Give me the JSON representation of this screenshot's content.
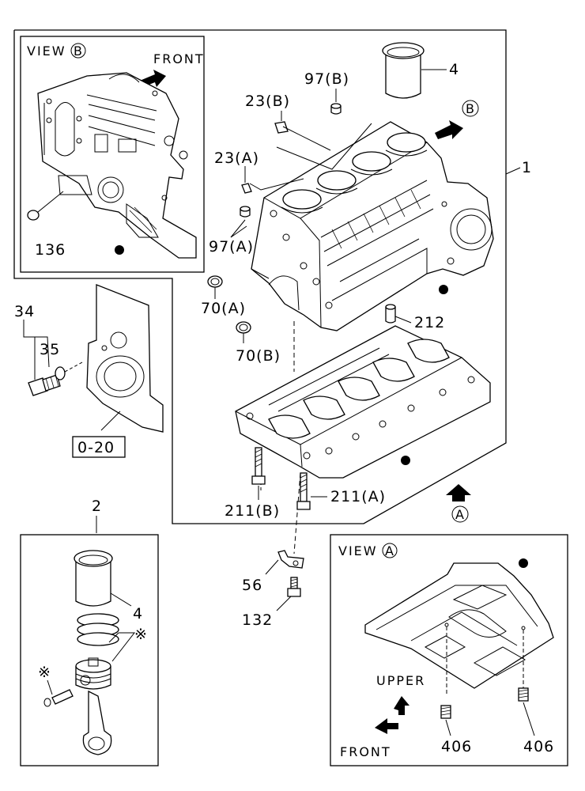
{
  "view_b": {
    "title": "VIEW",
    "marker": "B",
    "direction": "FRONT"
  },
  "view_a": {
    "title": "VIEW",
    "marker": "A",
    "direction": "FRONT",
    "upper": "UPPER"
  },
  "callouts": {
    "p1": "1",
    "p2": "2",
    "p4_top": "4",
    "p4_kit": "4",
    "p23a": "23(A)",
    "p23b": "23(B)",
    "p97a": "97(A)",
    "p97b": "97(B)",
    "p70a": "70(A)",
    "p70b": "70(B)",
    "p212": "212",
    "p211a": "211(A)",
    "p211b": "211(B)",
    "p56": "56",
    "p132": "132",
    "p136": "136",
    "p34": "34",
    "p35": "35",
    "p406_left": "406",
    "p406_right": "406",
    "ref_box": "0-20",
    "arrow_b": "B",
    "arrow_a": "A"
  }
}
